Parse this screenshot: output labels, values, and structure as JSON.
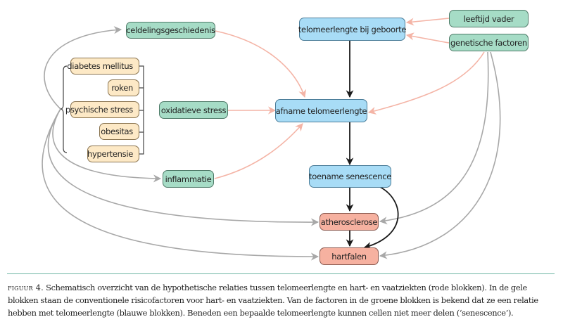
{
  "diagram": {
    "nodes": {
      "celdelingsgeschiedenis": "celdelingsgeschiedenis",
      "diabetes": "diabetes mellitus",
      "roken": "roken",
      "psychische_stress": "psychische stress",
      "obesitas": "obesitas",
      "hypertensie": "hypertensie",
      "oxidatieve_stress": "oxidatieve stress",
      "inflammatie": "inflammatie",
      "telomeerlengte_geboorte": "telomeerlengte bij geboorte",
      "leeftijd_vader": "leeftijd vader",
      "genetische_factoren": "genetische factoren",
      "afname_telomeerlengte": "afname telomeerlengte",
      "toename_senescence": "toename senescence",
      "atherosclerose": "atherosclerose",
      "hartfalen": "hartfalen"
    },
    "colors": {
      "green": "#a6dcc6",
      "yellow": "#fde9c6",
      "blue": "#a8dcf6",
      "red": "#f6b1a0",
      "pink_edge": "#f4b4a6",
      "grey_edge": "#a8a8a8",
      "black_edge": "#1a1a1a"
    },
    "edges": [
      {
        "from": "leeftijd vader",
        "to": "telomeerlengte bij geboorte",
        "color": "pink"
      },
      {
        "from": "genetische factoren",
        "to": "telomeerlengte bij geboorte",
        "color": "pink"
      },
      {
        "from": "genetische factoren",
        "to": "afname telomeerlengte",
        "color": "pink"
      },
      {
        "from": "genetische factoren",
        "to": "atherosclerose",
        "color": "grey"
      },
      {
        "from": "genetische factoren",
        "to": "hartfalen",
        "color": "grey"
      },
      {
        "from": "celdelingsgeschiedenis",
        "to": "afname telomeerlengte",
        "color": "pink"
      },
      {
        "from": "oxidatieve stress",
        "to": "afname telomeerlengte",
        "color": "pink"
      },
      {
        "from": "inflammatie",
        "to": "afname telomeerlengte",
        "color": "pink"
      },
      {
        "from": "risicofactoren",
        "to": "celdelingsgeschiedenis",
        "color": "grey"
      },
      {
        "from": "risicofactoren",
        "to": "inflammatie",
        "color": "grey"
      },
      {
        "from": "risicofactoren",
        "to": "atherosclerose",
        "color": "grey"
      },
      {
        "from": "risicofactoren",
        "to": "hartfalen",
        "color": "grey"
      },
      {
        "from": "telomeerlengte bij geboorte",
        "to": "afname telomeerlengte",
        "color": "black"
      },
      {
        "from": "afname telomeerlengte",
        "to": "toename senescence",
        "color": "black"
      },
      {
        "from": "toename senescence",
        "to": "atherosclerose",
        "color": "black"
      },
      {
        "from": "toename senescence",
        "to": "hartfalen",
        "color": "black"
      },
      {
        "from": "atherosclerose",
        "to": "hartfalen",
        "color": "black"
      }
    ]
  },
  "caption": {
    "lead": "figuur 4.",
    "text": " Schematisch overzicht van de hypothetische relaties tussen telomeerlengte en hart- en vaatziekten (rode blokken). In de gele blokken staan de conventionele risicofactoren voor hart- en vaatziekten. Van de factoren in de groene blokken is bekend dat ze een relatie hebben met telomeerlengte (blauwe blokken). Beneden een bepaalde telomeerlengte kunnen cellen niet meer delen (‘senescence’)."
  }
}
